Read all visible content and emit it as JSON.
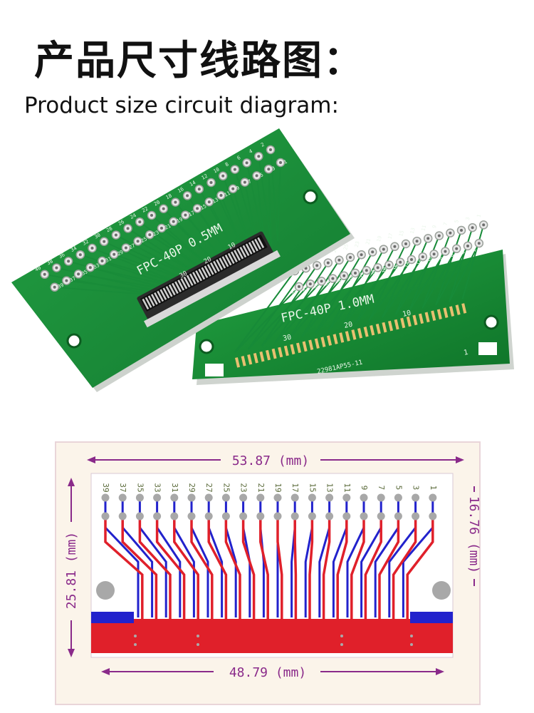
{
  "header": {
    "title_cn": "产品尺寸线路图：",
    "title_en": "Product size circuit diagram:"
  },
  "boards": {
    "left": {
      "silkscreen": "FPC-40P 0.5MM",
      "scale_marks": [
        "10",
        "20",
        "30"
      ],
      "pin_rows": {
        "even": [
          "2",
          "4",
          "6",
          "8",
          "10",
          "12",
          "14",
          "16",
          "18",
          "20",
          "22",
          "24",
          "26",
          "28",
          "30",
          "32",
          "34",
          "36",
          "38",
          "40"
        ],
        "odd": [
          "1",
          "3",
          "5",
          "7",
          "9",
          "11",
          "13",
          "15",
          "17",
          "19",
          "21",
          "23",
          "25",
          "27",
          "29",
          "31",
          "33",
          "35",
          "37",
          "39"
        ]
      }
    },
    "right": {
      "silkscreen": "FPC-40P 1.0MM",
      "scale_marks": [
        "30",
        "20",
        "10",
        "1"
      ],
      "part_code": "22981AP55-11",
      "pin_rows": {
        "odd": [
          "35",
          "33",
          "31",
          "29",
          "27",
          "25",
          "23",
          "21",
          "19",
          "17",
          "15",
          "13",
          "11",
          "9",
          "7",
          "5",
          "3",
          "1"
        ],
        "even": [
          "34",
          "32",
          "30",
          "28",
          "26",
          "24",
          "22",
          "20",
          "18",
          "16",
          "14",
          "12",
          "10",
          "8",
          "6",
          "4",
          "2"
        ]
      }
    }
  },
  "diagram": {
    "dims": {
      "width_top": "53.87 (mm)",
      "width_bottom": "48.79 (mm)",
      "height_left": "25.81 (mm)",
      "height_right": "16.76 (mm)"
    },
    "pin_labels": [
      "39",
      "37",
      "35",
      "33",
      "31",
      "29",
      "27",
      "25",
      "23",
      "21",
      "19",
      "17",
      "15",
      "13",
      "11",
      "9",
      "7",
      "5",
      "3",
      "1"
    ]
  },
  "colors": {
    "pcb_green": "#1e8f3a",
    "pcb_dark": "#0f6a26",
    "trace_red": "#e0202a",
    "fill_blue": "#2222cc",
    "dim_purple": "#8a2a8a",
    "pad_gray": "#a8a8a8"
  }
}
